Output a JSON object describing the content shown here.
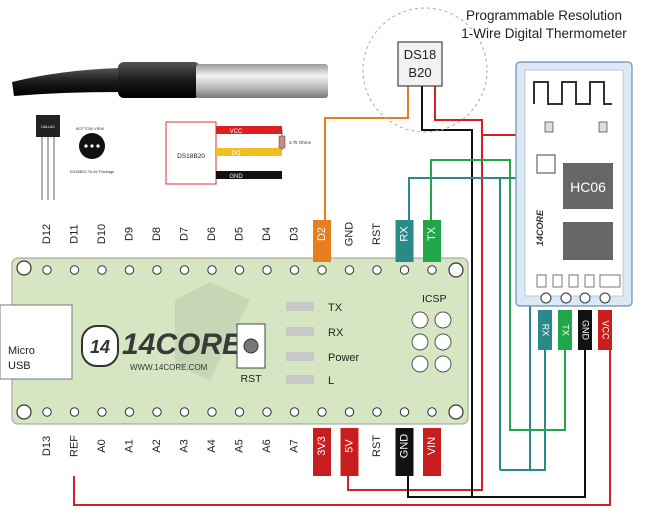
{
  "title": {
    "line1": "Programmable Resolution",
    "line2": "1-Wire Digital Thermometer"
  },
  "sensor_chip": {
    "line1": "DS18",
    "line2": "B20"
  },
  "datasheet": {
    "chip_name": "DS18B20",
    "package_caption": "DS18B20 To-92 Package",
    "bottom_view": "BOTTOM VIEW",
    "wiring_box_label": "DS18B20",
    "vcc": "VCC",
    "dq": "DQ",
    "gnd": "GND",
    "resistor": "4.7k Ohms"
  },
  "board": {
    "top_pins": [
      "D12",
      "D11",
      "D10",
      "D9",
      "D8",
      "D7",
      "D6",
      "D5",
      "D4",
      "D3"
    ],
    "top_pins_boxed": [
      {
        "label": "D2",
        "color": "#e87d1e"
      },
      {
        "label": "GND",
        "color": ""
      },
      {
        "label": "RST",
        "color": ""
      },
      {
        "label": "RX",
        "color": "#2a8a8a"
      },
      {
        "label": "TX",
        "color": "#22a64a"
      }
    ],
    "bottom_pins": [
      "D13",
      "REF",
      "A0",
      "A1",
      "A2",
      "A3",
      "A4",
      "A5",
      "A6",
      "A7"
    ],
    "bottom_pins_boxed": [
      {
        "label": "3V3",
        "color": "#c81e1e"
      },
      {
        "label": "5V",
        "color": "#c81e1e"
      },
      {
        "label": "RST",
        "color": ""
      },
      {
        "label": "GND",
        "color": "#111111"
      },
      {
        "label": "VIN",
        "color": "#c81e1e"
      }
    ],
    "usb_label_1": "Micro",
    "usb_label_2": "USB",
    "logo": "14CORE",
    "logo_url": "WWW.14CORE.COM",
    "rst_label": "RST",
    "leds": [
      "TX",
      "RX",
      "Power",
      "L"
    ],
    "icsp": "ICSP"
  },
  "module": {
    "name": "HC06",
    "pins": [
      {
        "label": "RX",
        "color": "#2a8a8a"
      },
      {
        "label": "TX",
        "color": "#22a64a"
      },
      {
        "label": "GND",
        "color": "#111111"
      },
      {
        "label": "VCC",
        "color": "#c81e1e"
      }
    ]
  },
  "colors": {
    "board": "#d6e6c3",
    "module": "#dbe9f7",
    "wire_red": "#d42020",
    "wire_black": "#111111",
    "wire_orange": "#e87d1e",
    "wire_teal": "#2a8a8a",
    "wire_green": "#22a64a"
  }
}
